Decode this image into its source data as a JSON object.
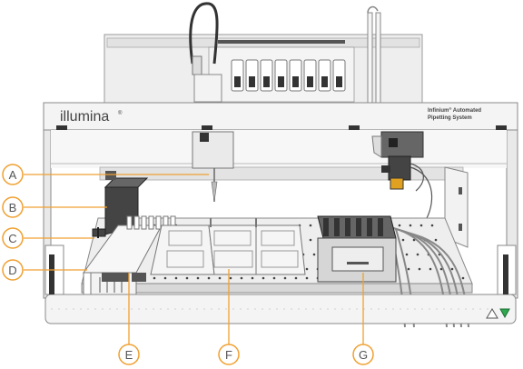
{
  "brand": {
    "name": "illumina",
    "trademark": "®",
    "product_line1": "Infinium",
    "product_tm": "®",
    "product_line1_rest": " Automated",
    "product_line2": "Pipetting System"
  },
  "callouts": {
    "A": "A",
    "B": "B",
    "C": "C",
    "D": "D",
    "E": "E",
    "F": "F",
    "G": "G"
  },
  "colors": {
    "callout": "#f0a030",
    "frame": "#e9e9e9",
    "outline": "#8a8a8a",
    "dark": "#3a3a3a",
    "deck": "#eeeeee",
    "status_light": "#2fa84f",
    "probe_accent": "#e0a020"
  },
  "icons": {
    "warning": "warning-triangle-icon",
    "status": "status-light-icon"
  }
}
